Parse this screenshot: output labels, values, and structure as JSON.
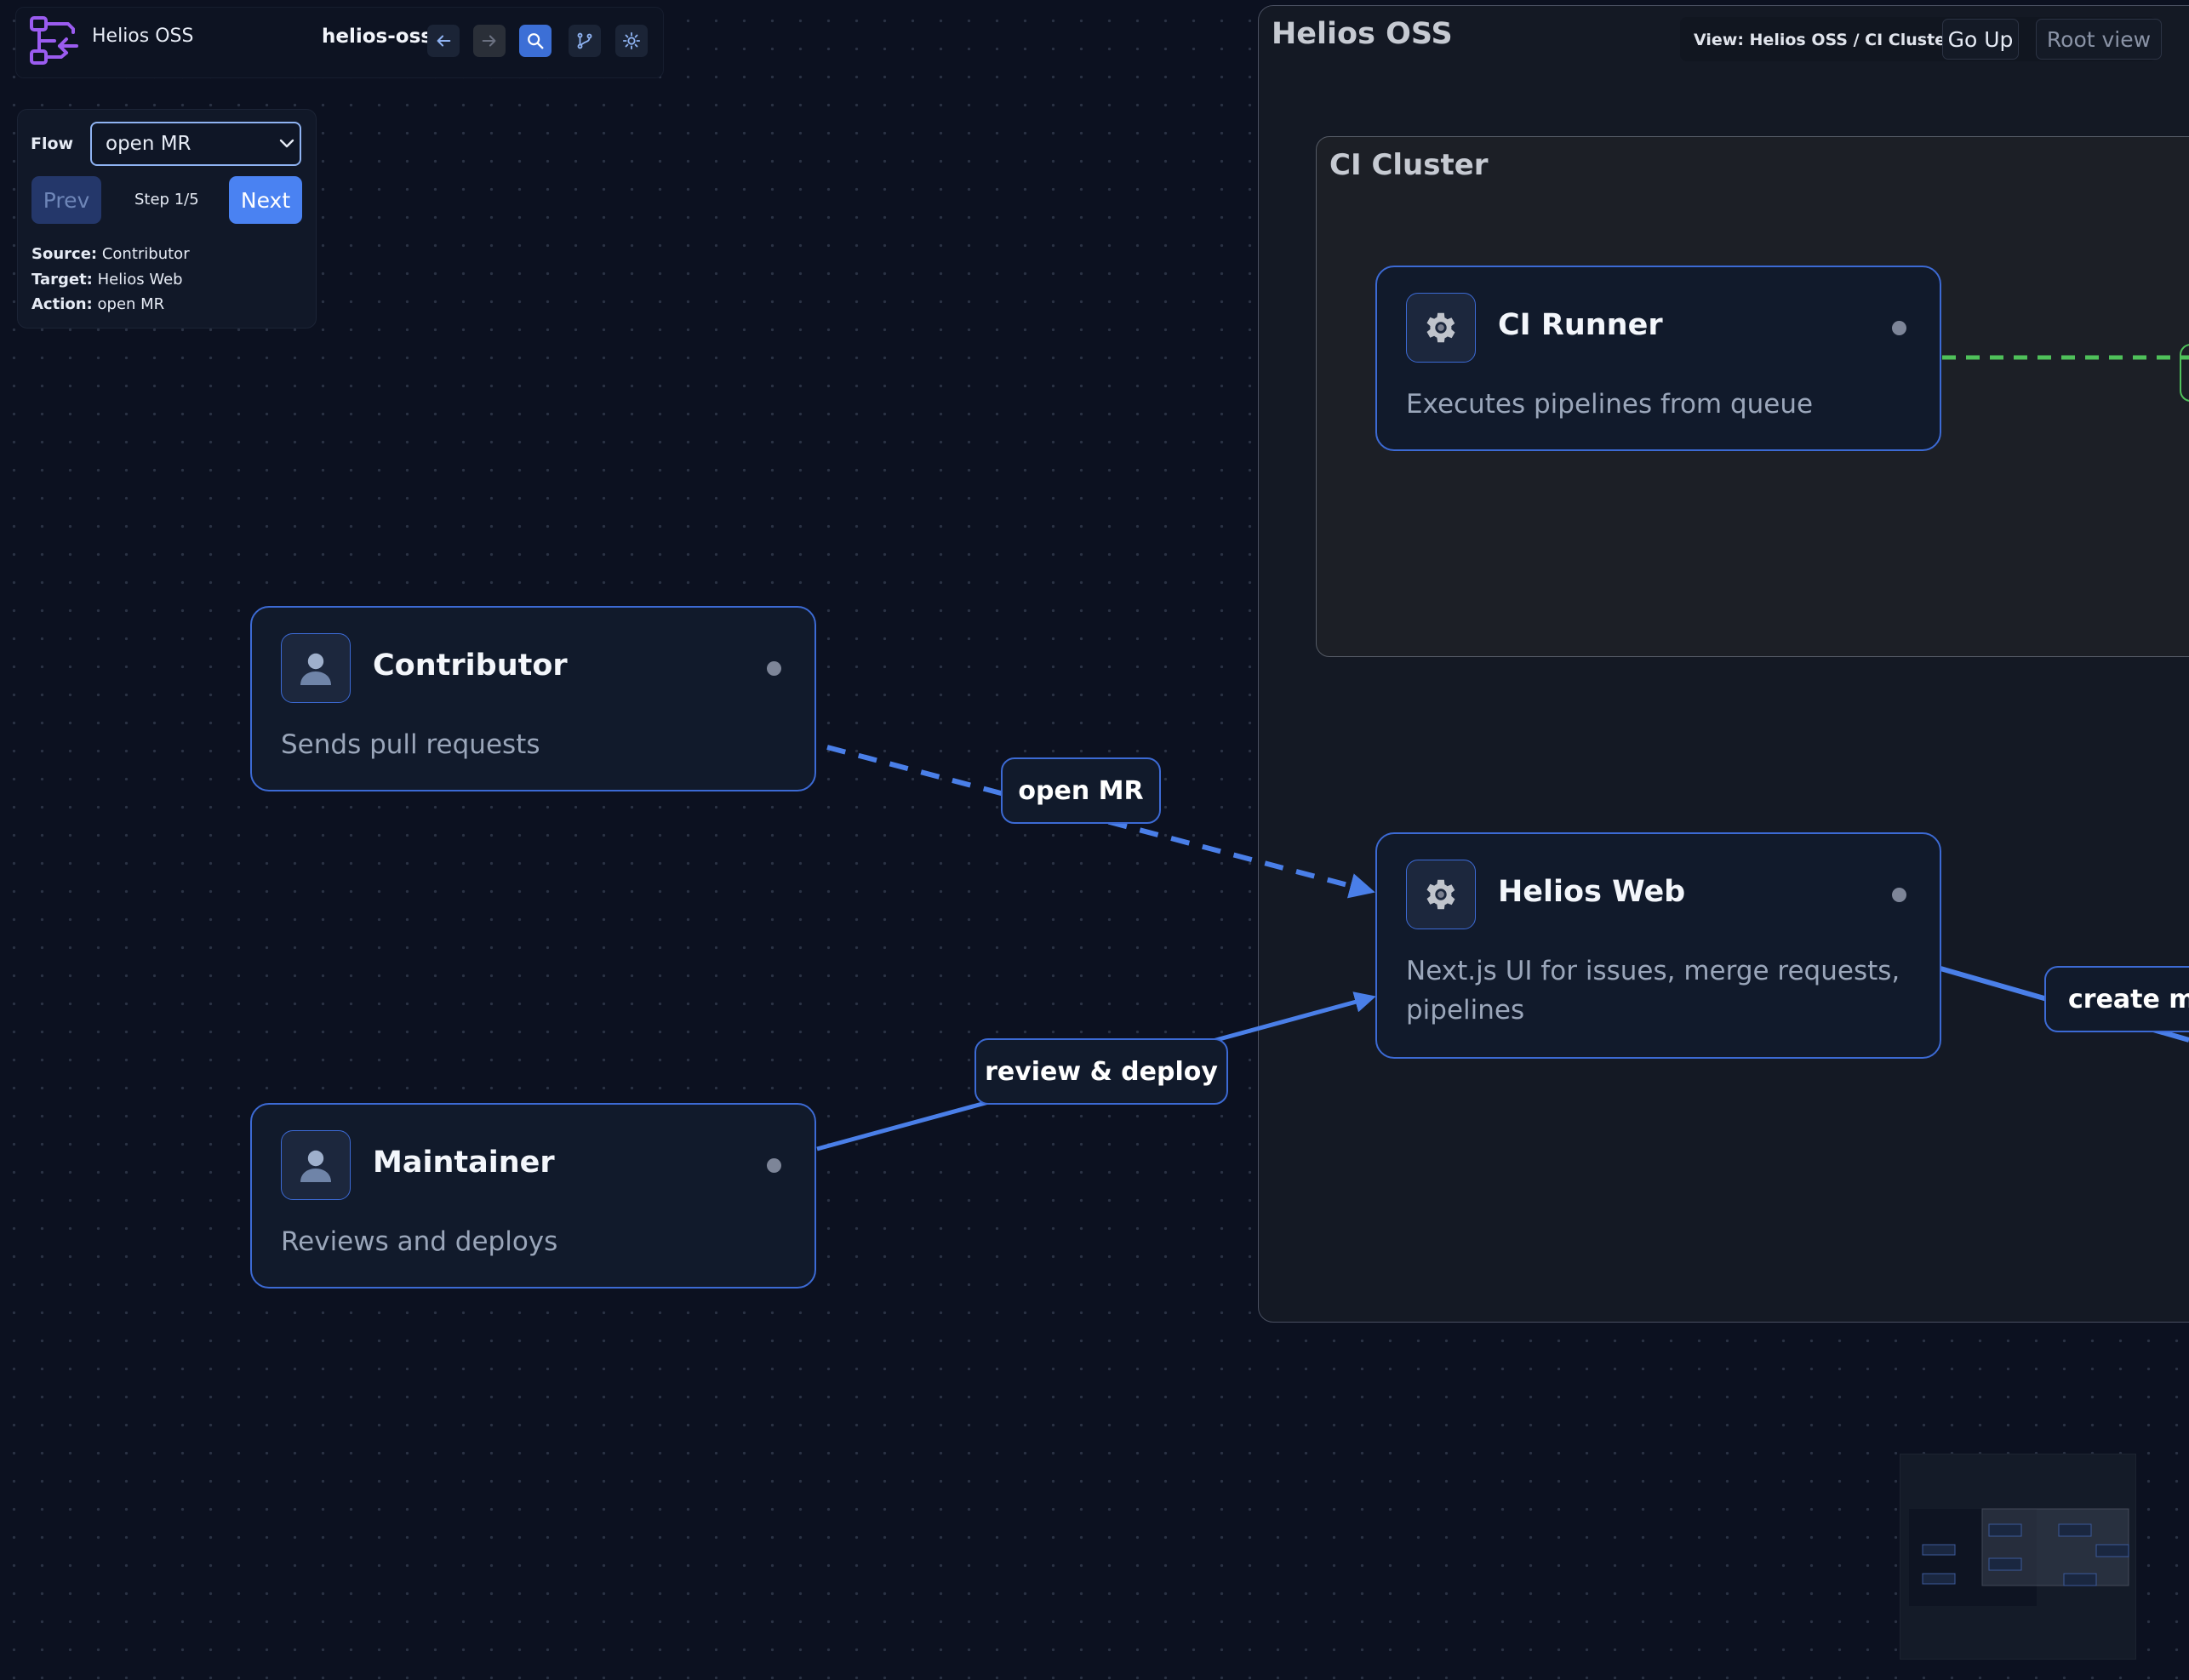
{
  "toolbar": {
    "app_name": "Helios OSS",
    "repo_name": "helios-oss",
    "icons": [
      "logo-icon",
      "arrow-left-icon",
      "arrow-right-icon",
      "search-icon",
      "git-branch-icon",
      "sun-icon"
    ]
  },
  "flow_panel": {
    "label": "Flow",
    "selected": "open MR",
    "prev_label": "Prev",
    "step_text": "Step 1/5",
    "next_label": "Next",
    "source_label": "Source:",
    "source_value": "Contributor",
    "target_label": "Target:",
    "target_value": "Helios Web",
    "action_label": "Action:",
    "action_value": "open MR"
  },
  "view_bar": {
    "path_text": "View: Helios OSS / CI Cluster",
    "go_up_label": "Go Up",
    "root_view_label": "Root view"
  },
  "groups": {
    "helios_title": "Helios OSS",
    "ci_title": "CI Cluster"
  },
  "nodes": {
    "ci_runner": {
      "title": "CI Runner",
      "desc": "Executes pipelines from queue",
      "icon": "gear-icon"
    },
    "contributor": {
      "title": "Contributor",
      "desc": "Sends pull requests",
      "icon": "user-icon"
    },
    "helios_web": {
      "title": "Helios Web",
      "desc": "Next.js UI for issues, merge requests, pipelines",
      "icon": "gear-icon"
    },
    "maintainer": {
      "title": "Maintainer",
      "desc": "Reviews and deploys",
      "icon": "user-icon"
    }
  },
  "edges": {
    "open_mr": "open MR",
    "review_deploy": "review & deploy",
    "create_partial": "create me"
  },
  "colors": {
    "accent": "#4a82f2",
    "edge_blue": "#4a7fe8",
    "edge_green": "#4fc15a",
    "background": "#0c1120"
  }
}
